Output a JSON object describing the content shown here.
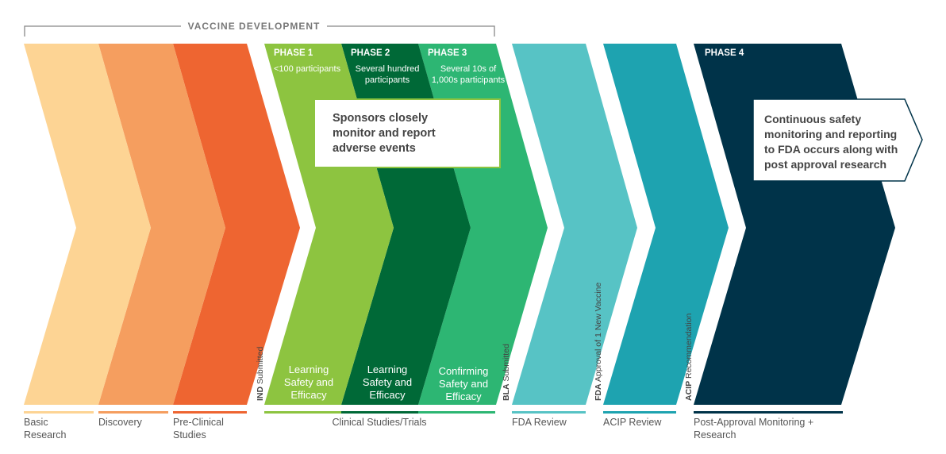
{
  "header": {
    "label": "VACCINE DEVELOPMENT"
  },
  "colors": {
    "basic_research": "#FDD494",
    "discovery": "#F59E5F",
    "pre_clinical": "#EE6531",
    "phase1": "#8DC440",
    "phase2": "#006937",
    "phase3": "#2DB673",
    "fda_review": "#57C3C5",
    "acip_review": "#1EA3B0",
    "post_approval": "#003349",
    "text_dark": "#444444",
    "text_white": "#ffffff"
  },
  "phases": {
    "phase1": {
      "title": "PHASE 1",
      "subtitle": [
        "<100 participants"
      ],
      "body": [
        "Learning",
        "Safety and",
        "Efficacy"
      ]
    },
    "phase2": {
      "title": "PHASE 2",
      "subtitle": [
        "Several hundred",
        "participants"
      ],
      "body": [
        "Learning",
        "Safety and",
        "Efficacy"
      ]
    },
    "phase3": {
      "title": "PHASE 3",
      "subtitle": [
        "Several 10s of",
        "1,000s participants"
      ],
      "body": [
        "Confirming",
        "Safety and",
        "Efficacy"
      ]
    },
    "phase4": {
      "title": "PHASE 4"
    }
  },
  "milestones": {
    "ind": {
      "bold": "IND",
      "rest": " Submitted"
    },
    "bla": {
      "bold": "BLA",
      "rest": " Submitted"
    },
    "fda": {
      "bold": "FDA",
      "rest": " Approval of 1 New Vaccine"
    },
    "acip": {
      "bold": "ACIP",
      "rest": " Recommendation"
    }
  },
  "callouts": {
    "sponsors": [
      "Sponsors closely",
      "monitor and report",
      "adverse events"
    ],
    "continuous": [
      "Continuous safety",
      "monitoring and reporting",
      "to FDA occurs along with",
      "post approval research"
    ]
  },
  "stages": [
    {
      "id": "basic",
      "label": [
        "Basic",
        "Research"
      ]
    },
    {
      "id": "discovery",
      "label": [
        "Discovery"
      ]
    },
    {
      "id": "preclinical",
      "label": [
        "Pre-Clinical",
        "Studies"
      ]
    },
    {
      "id": "clinical",
      "label": [
        "Clinical Studies/Trials"
      ]
    },
    {
      "id": "fdareview",
      "label": [
        "FDA Review"
      ]
    },
    {
      "id": "acipreview",
      "label": [
        "ACIP Review"
      ]
    },
    {
      "id": "postapproval",
      "label": [
        "Post-Approval Monitoring +",
        "Research"
      ]
    }
  ]
}
